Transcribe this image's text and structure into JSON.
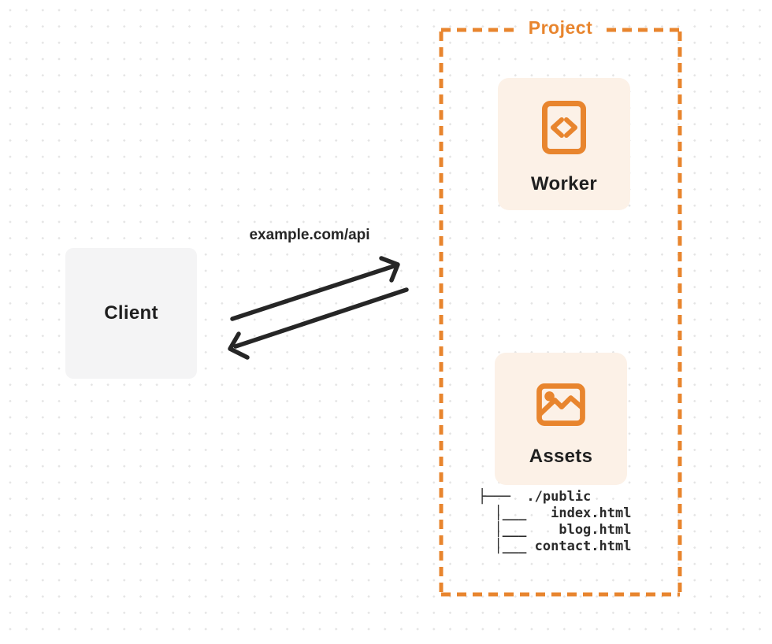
{
  "colors": {
    "accent": "#E8852E",
    "card_fill": "#FCF1E7",
    "client_fill": "#F4F4F5",
    "arrow": "#262626",
    "text_dark": "#1F1F1F",
    "tree_text": "#2B2B2B",
    "dot_grid": "#E4E4E4"
  },
  "client": {
    "label": "Client"
  },
  "request": {
    "label": "example.com/api"
  },
  "project": {
    "label": "Project",
    "worker": {
      "label": "Worker",
      "icon": "code-document-icon"
    },
    "assets": {
      "label": "Assets",
      "icon": "image-icon"
    },
    "file_tree": {
      "lines": [
        "├───  ./public",
        "  │___   index.html",
        "  │___    blog.html",
        "  │___ contact.html"
      ]
    }
  }
}
